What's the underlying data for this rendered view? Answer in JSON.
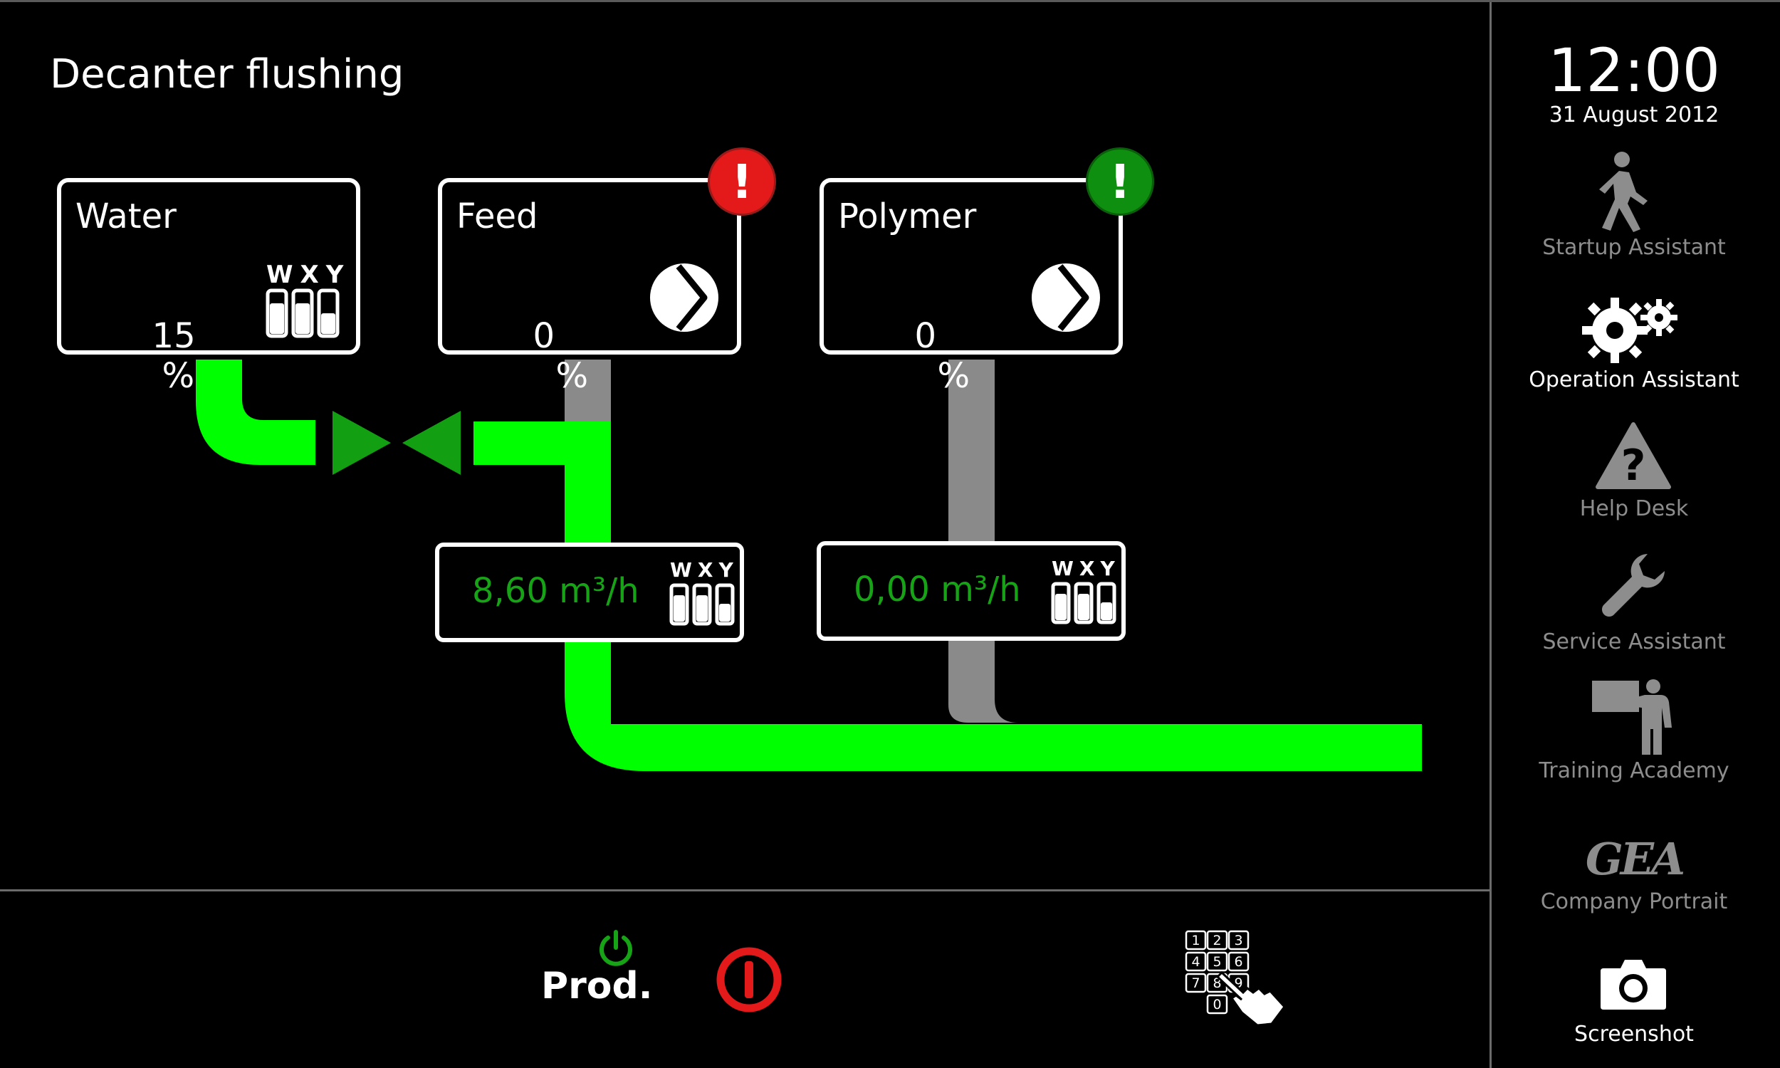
{
  "page": {
    "title": "Decanter flushing"
  },
  "panels": {
    "water": {
      "title": "Water",
      "value": "15",
      "unit": "%",
      "selector_letters": "WXY"
    },
    "feed": {
      "title": "Feed",
      "value": "0",
      "unit": "%",
      "alert": "!",
      "alert_color": "#e41a1a"
    },
    "polymer": {
      "title": "Polymer",
      "value": "0",
      "unit": "%",
      "alert": "!",
      "alert_color": "#0f8f0f"
    }
  },
  "flows": {
    "feed": {
      "value": "8,60 m³/h",
      "selector_letters": "WXY"
    },
    "polymer": {
      "value": "0,00 m³/h",
      "selector_letters": "WXY"
    }
  },
  "colors": {
    "pipe_active": "#00ff00",
    "pipe_inactive": "#8a8a8a",
    "valve": "#12a012",
    "flow_text": "#16a316",
    "stop": "#e41a1a"
  },
  "clock": {
    "time": "12:00",
    "date": "31 August 2012"
  },
  "sidebar": {
    "items": [
      {
        "label": "Startup Assistant",
        "icon": "walking-person-icon",
        "active": false
      },
      {
        "label": "Operation Assistant",
        "icon": "gears-icon",
        "active": true
      },
      {
        "label": "Help Desk",
        "icon": "help-triangle-icon",
        "active": false
      },
      {
        "label": "Service Assistant",
        "icon": "wrench-icon",
        "active": false
      },
      {
        "label": "Training Academy",
        "icon": "trainer-board-icon",
        "active": false
      },
      {
        "label": "Company Portrait",
        "icon": "gea-logo-icon",
        "logo_text": "GEA",
        "active": false
      },
      {
        "label": "Screenshot",
        "icon": "camera-icon",
        "active": true
      }
    ]
  },
  "bottom": {
    "prod_label": "Prod.",
    "keypad_keys": [
      "1",
      "2",
      "3",
      "4",
      "5",
      "6",
      "7",
      "8",
      "9",
      "0"
    ]
  }
}
